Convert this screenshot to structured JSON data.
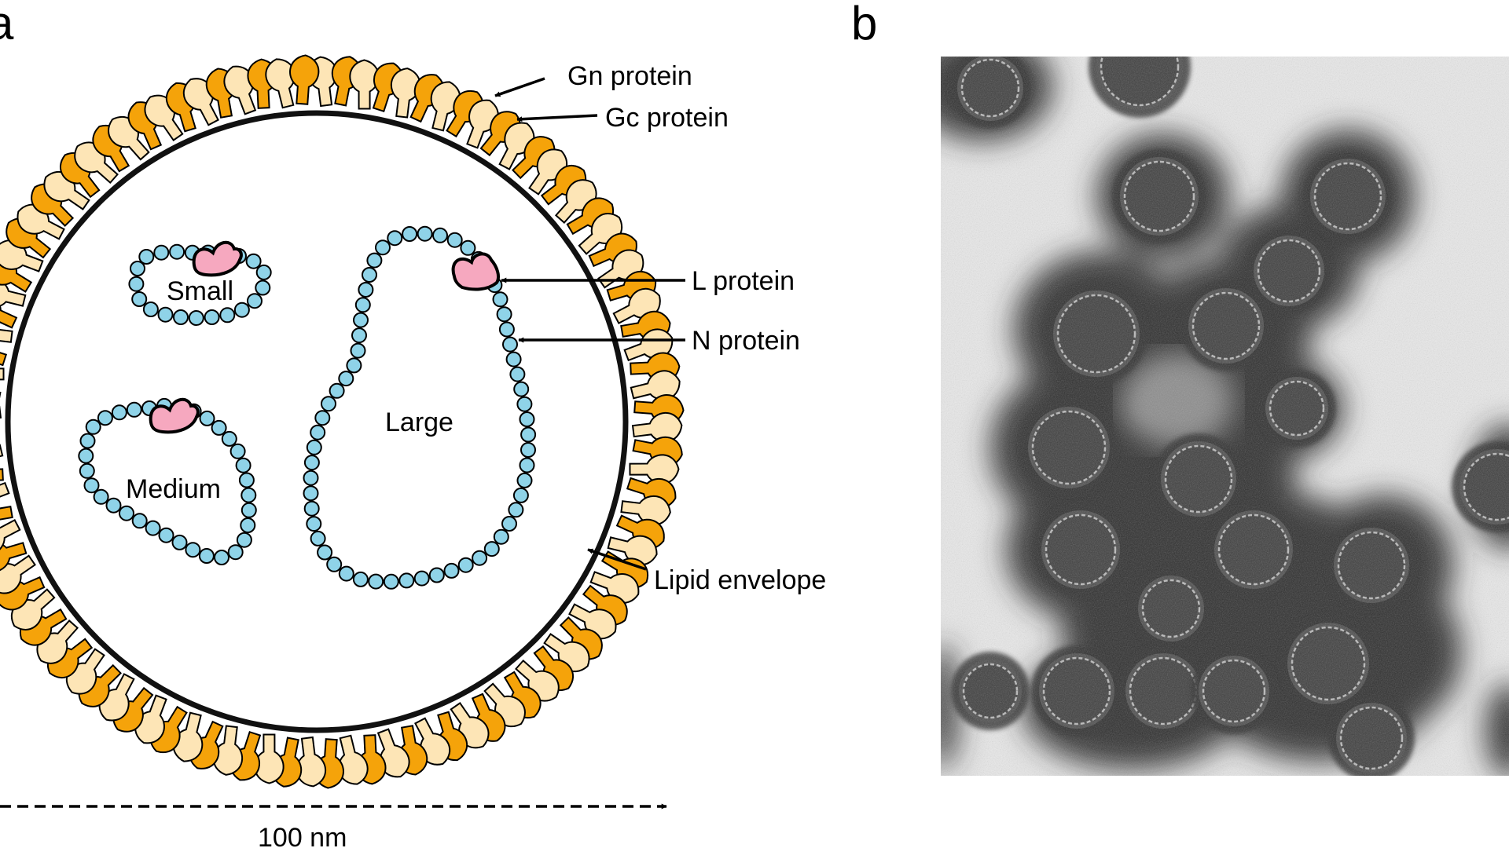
{
  "panel_a": {
    "letter": "a",
    "callouts": {
      "gn": "Gn protein",
      "gc": "Gc protein",
      "l": "L protein",
      "n": "N protein",
      "lipid": "Lipid envelope"
    },
    "segments": {
      "small": "Small",
      "medium": "Medium",
      "large": "Large"
    },
    "scale_bar": "100 nm"
  },
  "panel_b": {
    "letter": "b"
  },
  "colors": {
    "gn_spike": "#f5a30a",
    "gc_spike": "#fde5b6",
    "n_bead": "#8fd3e8",
    "l_protein": "#f6a8bf",
    "envelope": "#111111",
    "micrograph_background": "#e9e9e9",
    "virion_dark": "#2a2a2a"
  }
}
